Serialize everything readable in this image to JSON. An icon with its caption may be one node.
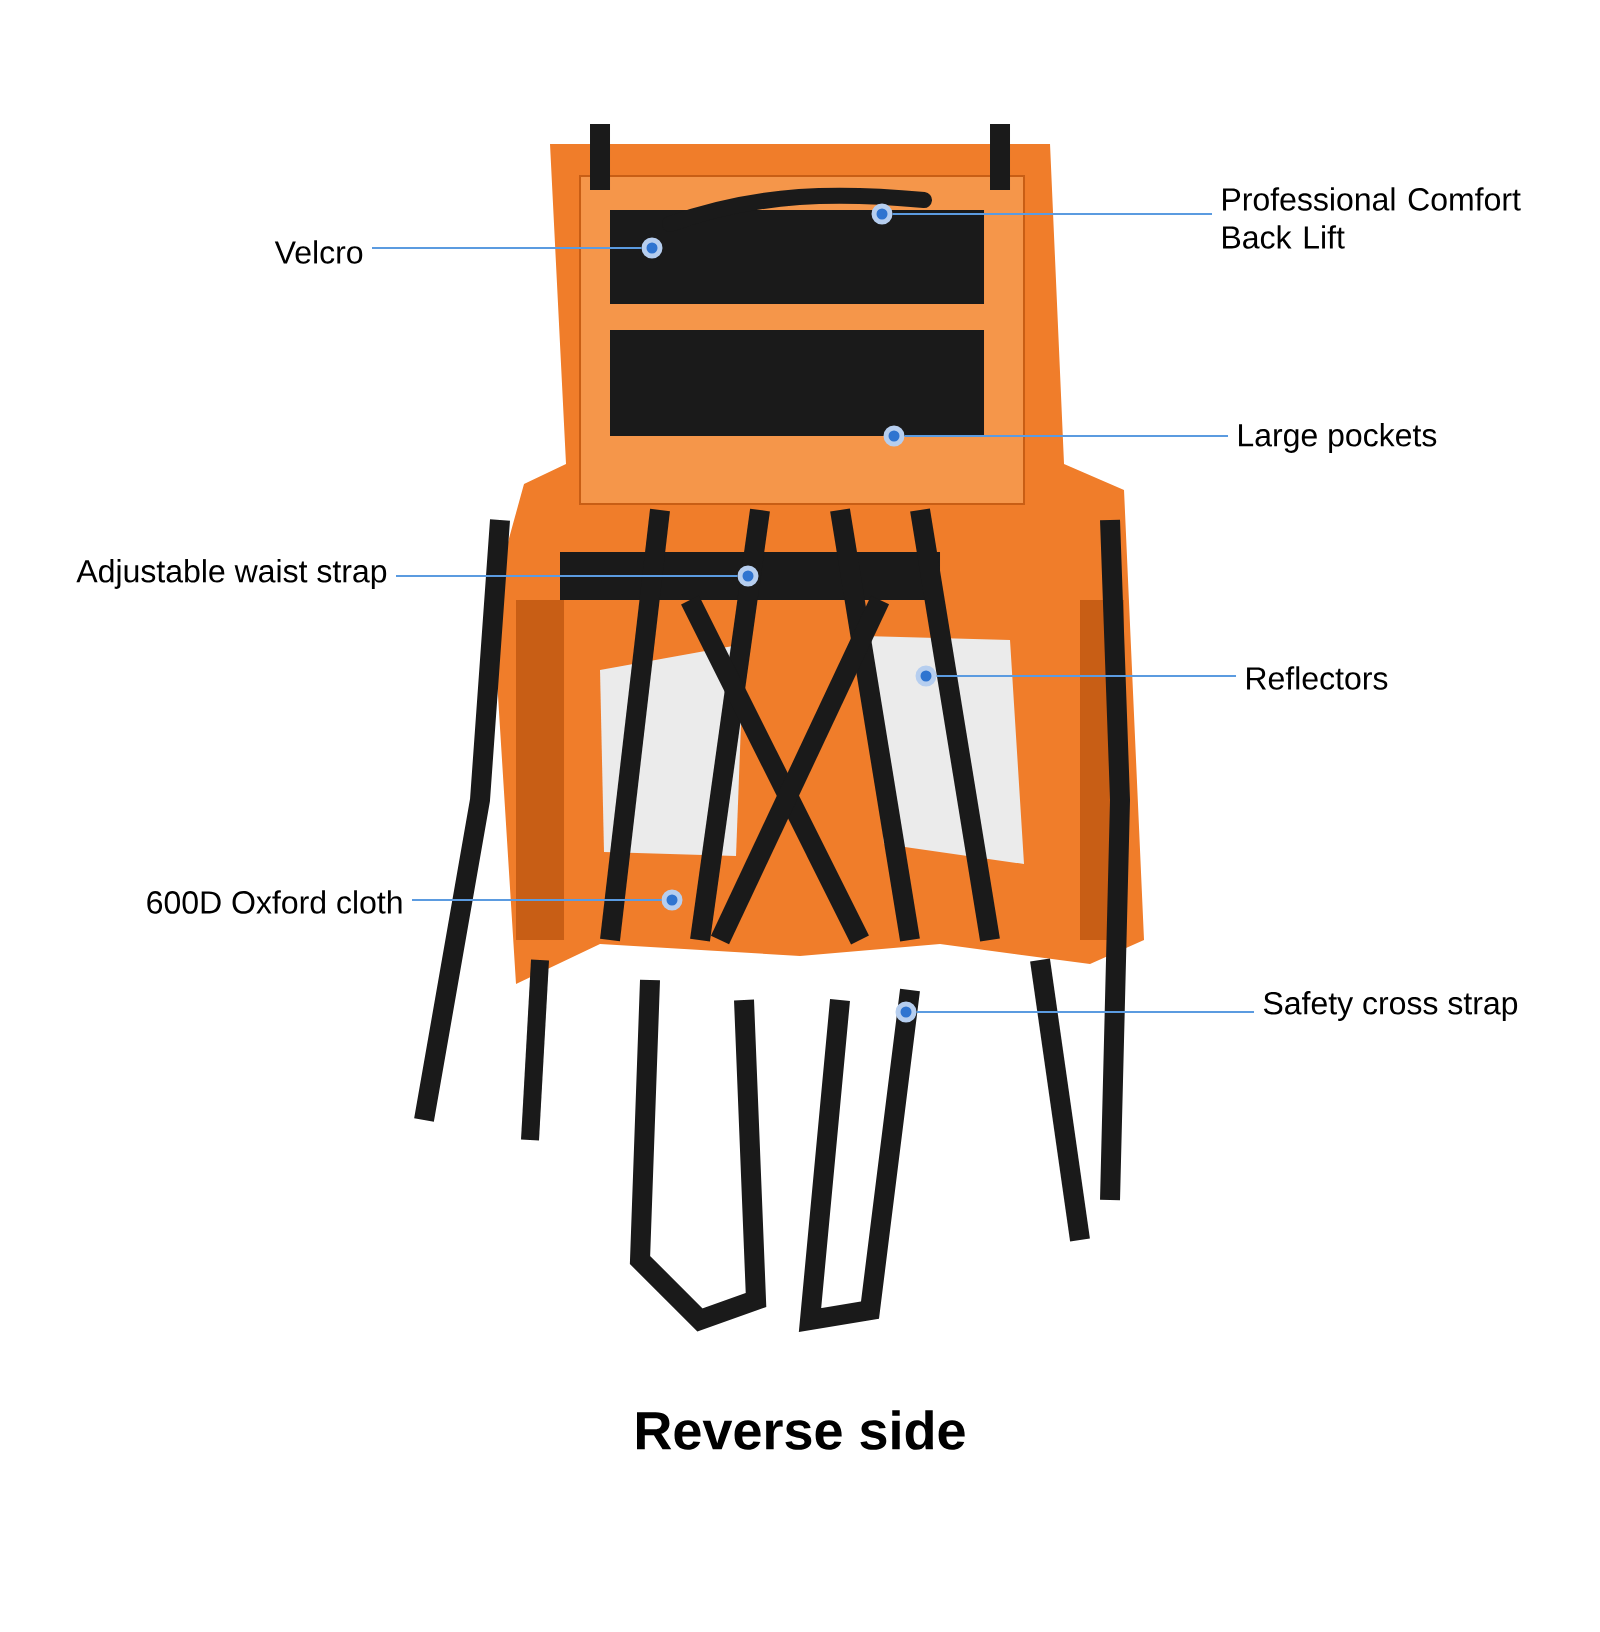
{
  "diagram": {
    "caption": "Reverse side",
    "nodes": [
      {
        "text": [
          "Professional Comfort Back Lift"
        ]
      },
      {
        "text": [
          "Velcro"
        ]
      },
      {
        "text": [
          "Large pockets"
        ]
      },
      {
        "text": [
          "Adjustable waist strap"
        ]
      },
      {
        "text": [
          "Reflectors"
        ]
      },
      {
        "text": [
          "600D Oxford cloth"
        ]
      },
      {
        "text": [
          "Safety cross strap"
        ]
      },
      {
        "text": [],
        "shape": "circle"
      },
      {
        "text": [],
        "shape": "circle"
      },
      {
        "text": [],
        "shape": "circle"
      },
      {
        "text": [],
        "shape": "circle"
      },
      {
        "text": [],
        "shape": "circle"
      },
      {
        "text": [],
        "shape": "circle"
      },
      {
        "text": [],
        "shape": "circle"
      }
    ],
    "edges": [
      {
        "from": 0,
        "to": 7,
        "arrow": "none"
      },
      {
        "from": 1,
        "to": 8,
        "arrow": "none"
      },
      {
        "from": 2,
        "to": 9,
        "arrow": "none"
      },
      {
        "from": 3,
        "to": 10,
        "arrow": "none"
      },
      {
        "from": 4,
        "to": 11,
        "arrow": "none"
      },
      {
        "from": 5,
        "to": 12,
        "arrow": "none"
      },
      {
        "from": 6,
        "to": 13,
        "arrow": "none"
      }
    ]
  }
}
